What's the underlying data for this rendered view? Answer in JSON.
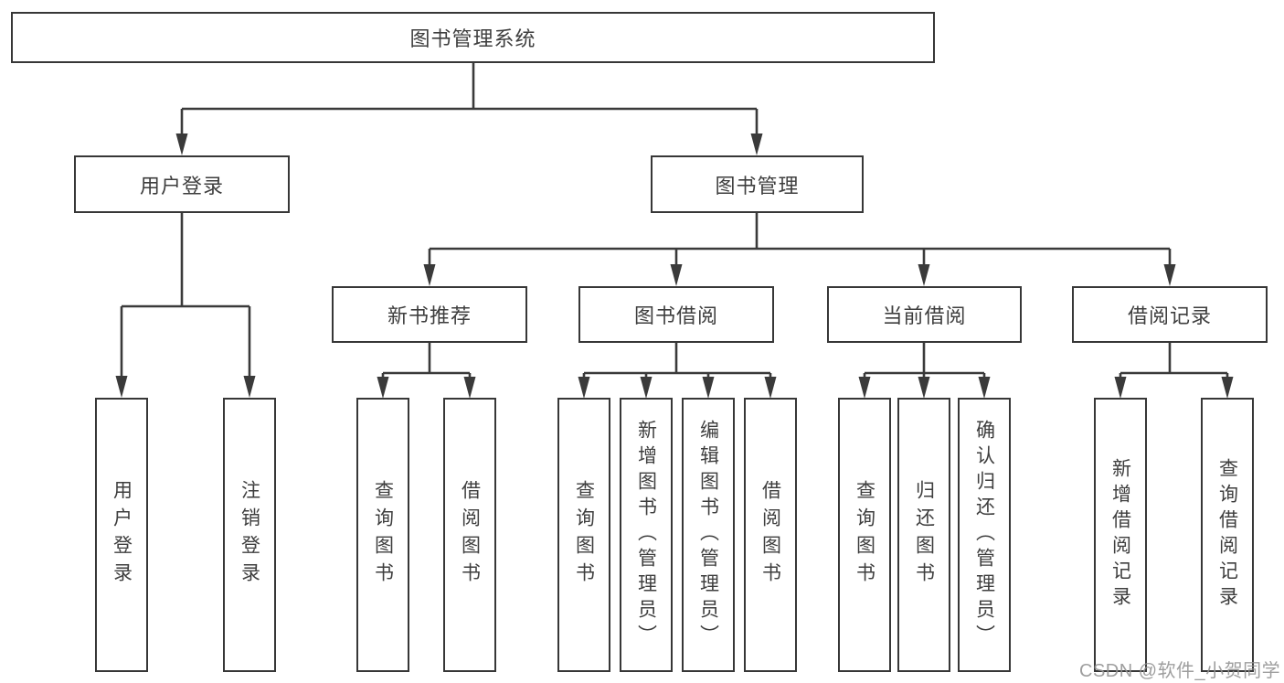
{
  "diagram_title": "图书管理系统",
  "nodes": {
    "root": "图书管理系统",
    "user_login": "用户登录",
    "book_management": "图书管理",
    "new_book_recommend": "新书推荐",
    "book_borrow": "图书借阅",
    "current_borrow": "当前借阅",
    "borrow_records": "借阅记录",
    "user_login_leaf": "用户登录",
    "logout_leaf": "注销登录",
    "query_books_rec": "查询图书",
    "borrow_books_rec": "借阅图书",
    "query_books_borrow": "查询图书",
    "add_books_admin": "新增图书（管理员）",
    "edit_books_admin": "编辑图书（管理员）",
    "borrow_books_leaf": "借阅图书",
    "query_books_current": "查询图书",
    "return_books": "归还图书",
    "confirm_return_admin": "确认归还（管理员）",
    "add_borrow_record": "新增借阅记录",
    "query_borrow_record": "查询借阅记录"
  },
  "hierarchy": {
    "label": "图书管理系统",
    "children": [
      {
        "label": "用户登录",
        "children": [
          {
            "label": "用户登录"
          },
          {
            "label": "注销登录"
          }
        ]
      },
      {
        "label": "图书管理",
        "children": [
          {
            "label": "新书推荐",
            "children": [
              {
                "label": "查询图书"
              },
              {
                "label": "借阅图书"
              }
            ]
          },
          {
            "label": "图书借阅",
            "children": [
              {
                "label": "查询图书"
              },
              {
                "label": "新增图书（管理员）"
              },
              {
                "label": "编辑图书（管理员）"
              },
              {
                "label": "借阅图书"
              }
            ]
          },
          {
            "label": "当前借阅",
            "children": [
              {
                "label": "查询图书"
              },
              {
                "label": "归还图书"
              },
              {
                "label": "确认归还（管理员）"
              }
            ]
          },
          {
            "label": "借阅记录",
            "children": [
              {
                "label": "新增借阅记录"
              },
              {
                "label": "查询借阅记录"
              }
            ]
          }
        ]
      }
    ]
  },
  "watermark": "CSDN @软件_小贺同学",
  "colors": {
    "line": "#3a3a3a",
    "text": "#3e3e3e",
    "background": "#ffffff",
    "watermark": "#949494"
  }
}
